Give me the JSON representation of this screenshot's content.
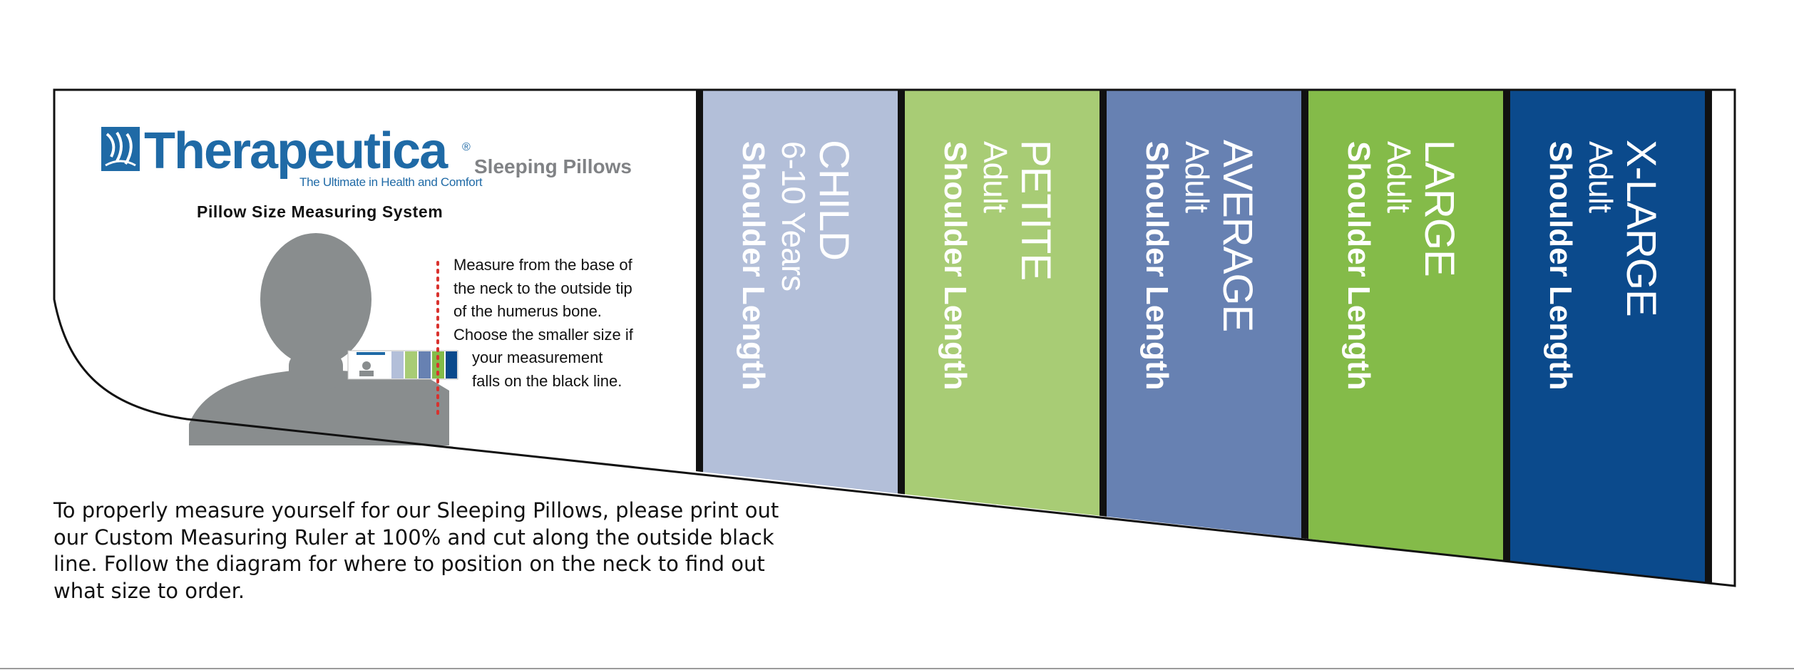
{
  "logo": {
    "word": "Therapeutica",
    "reg": "®",
    "tagline": "The Ultimate in Health and Comfort",
    "product": "Sleeping Pillows",
    "icon": "leaf-logo-icon"
  },
  "system_title": "Pillow Size Measuring System",
  "instructions": [
    "Measure from the base of",
    "the neck to the outside tip",
    "of the humerus bone.",
    "Choose the smaller size if",
    "your measurement",
    "falls on the black line."
  ],
  "footer": "To properly measure yourself for our Sleeping Pillows, please print out our Custom Measuring Ruler at 100% and cut along the outside black line. Follow the diagram for where to position on the neck to find out what size to order.",
  "sizes": [
    {
      "name": "CHILD",
      "sub": "6-10 Years",
      "label": "Shoulder Length",
      "color": "#b3bfd9"
    },
    {
      "name": "PETITE",
      "sub": "Adult",
      "label": "Shoulder Length",
      "color": "#a8cc75"
    },
    {
      "name": "AVERAGE",
      "sub": "Adult",
      "label": "Shoulder Length",
      "color": "#6781b2"
    },
    {
      "name": "LARGE",
      "sub": "Adult",
      "label": "Shoulder Length",
      "color": "#84bb49"
    },
    {
      "name": "X-LARGE",
      "sub": "Adult",
      "label": "Shoulder Length",
      "color": "#0b4a8c"
    }
  ],
  "colors": {
    "brand_blue": "#1f6aa6",
    "silhouette": "#898d8e",
    "measure_dots": "#d9322e"
  }
}
